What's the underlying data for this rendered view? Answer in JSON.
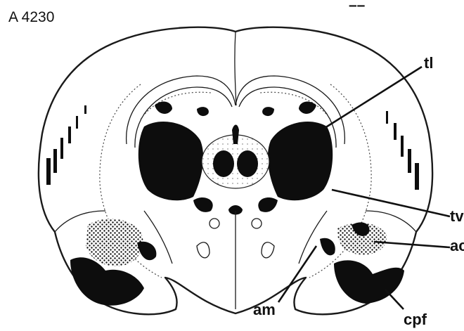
{
  "figure": {
    "plate_id": "A 4230",
    "top_fragment": "––",
    "labels": {
      "tl": "tl",
      "tv": "tv",
      "ac": "ac",
      "am": "am",
      "cpf": "cpf"
    },
    "colors": {
      "ink": "#111111",
      "background": "#ffffff"
    }
  }
}
